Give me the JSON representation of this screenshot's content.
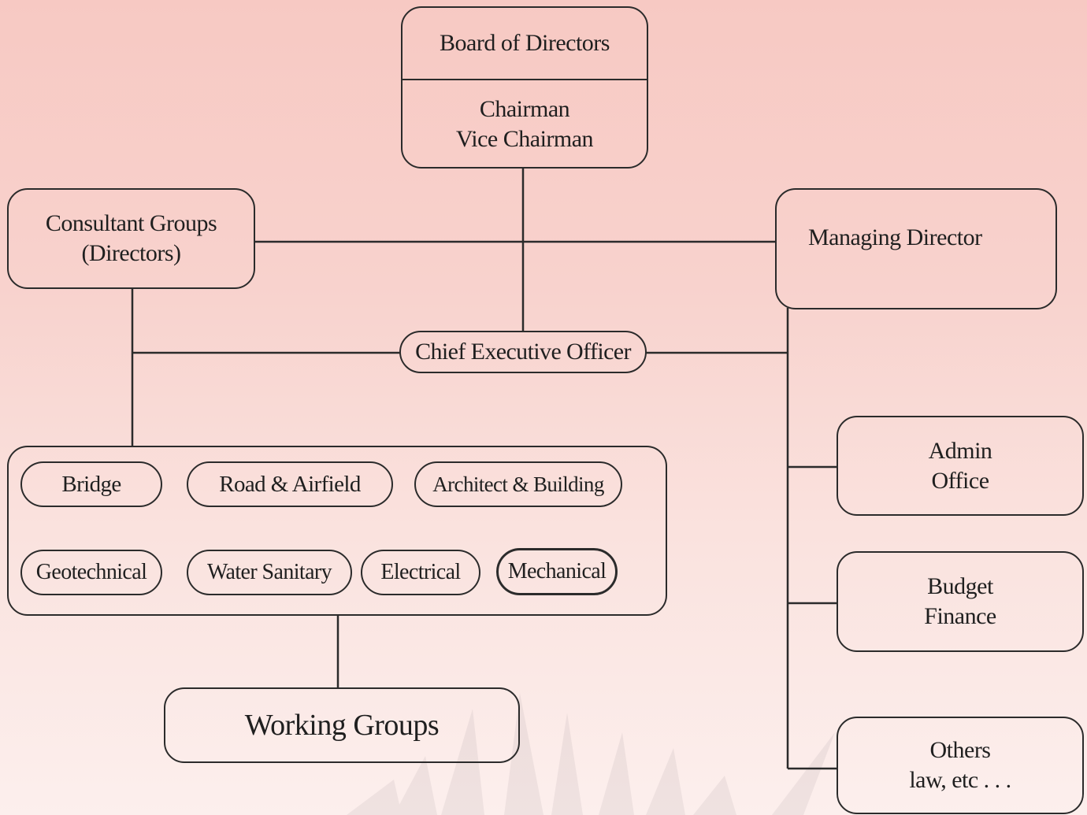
{
  "board": {
    "title": "Board of Directors",
    "line1": "Chairman",
    "line2": "Vice Chairman"
  },
  "consultant": {
    "line1": "Consultant Groups",
    "line2": "(Directors)"
  },
  "managing_director": "Managing Director",
  "ceo": "Chief Executive Officer",
  "departments": {
    "bridge": "Bridge",
    "road": "Road & Airfield",
    "architect": "Architect & Building",
    "geotechnical": "Geotechnical",
    "water": "Water Sanitary",
    "electrical": "Electrical",
    "mechanical": "Mechanical"
  },
  "working_groups": "Working Groups",
  "admin": {
    "line1": "Admin",
    "line2": "Office"
  },
  "budget": {
    "line1": "Budget",
    "line2": "Finance"
  },
  "others": {
    "line1": "Others",
    "line2": "law, etc . . ."
  },
  "colors": {
    "line": "#2b2b2b",
    "background_top": "#f7c9c3",
    "background_bottom": "#fcefed"
  }
}
